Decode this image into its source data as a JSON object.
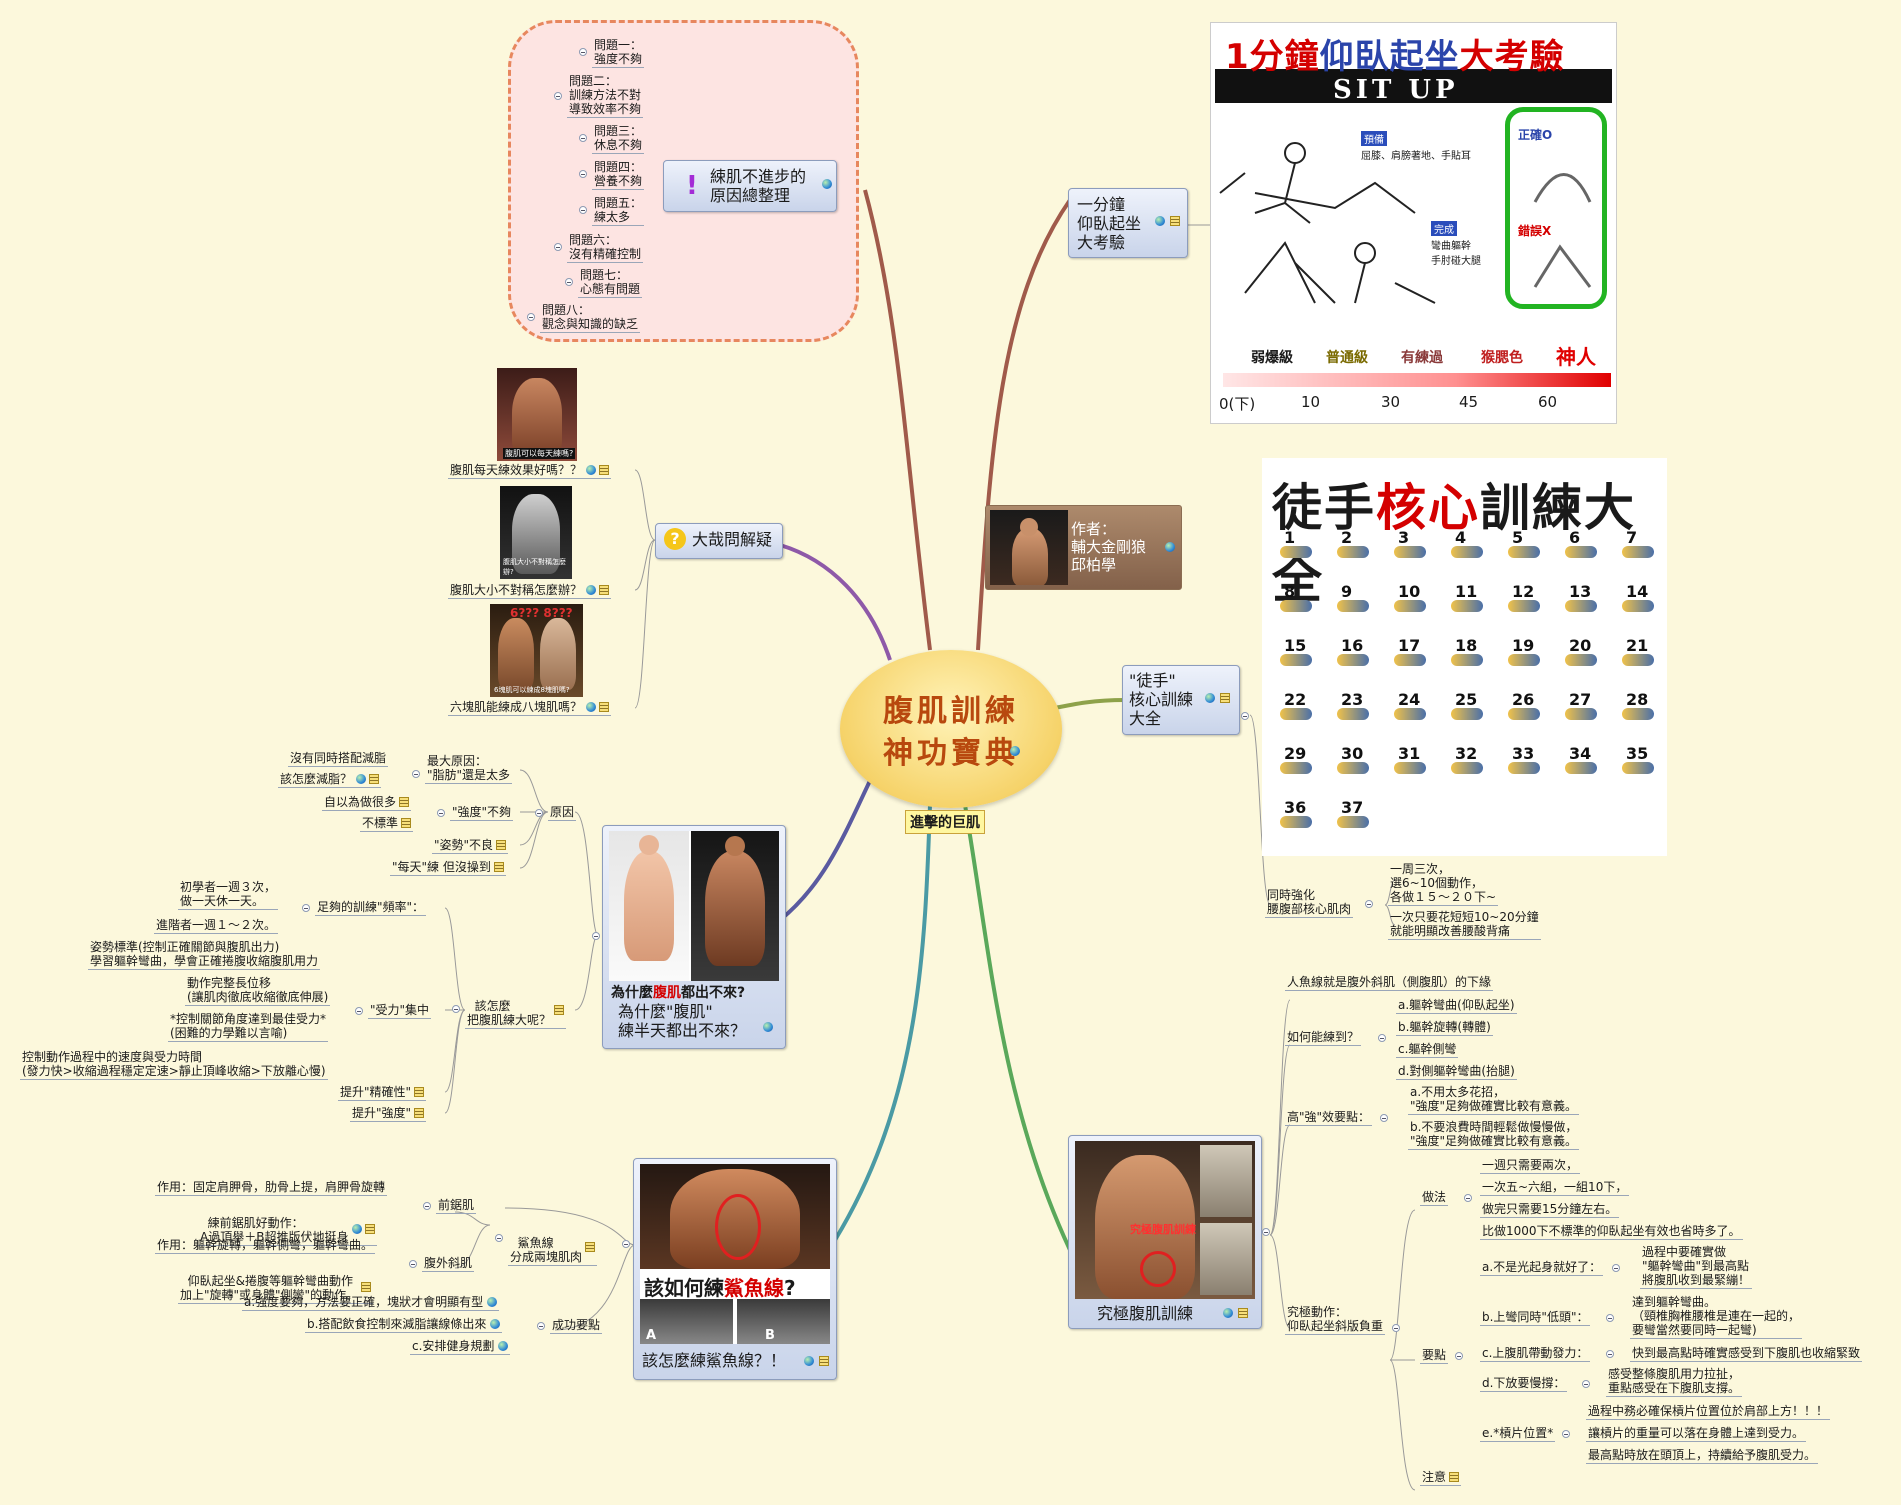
{
  "center": {
    "title_line1": "腹肌訓練",
    "title_line2": "神功寶典",
    "badge": "進擊的巨肌"
  },
  "author": {
    "label": "作者：\n輔大金剛狼\n邱柏學"
  },
  "problems": {
    "title": "綀肌不進步的\n原因總整理",
    "items": [
      "問題一：\n強度不夠",
      "問題二：\n訓練方法不對\n導致效率不夠",
      "問題三：\n休息不夠",
      "問題四：\n營養不夠",
      "問題五：\n練太多",
      "問題六：\n沒有精確控制",
      "問題七：\n心態有問題",
      "問題八：\n觀念與知識的缺乏"
    ]
  },
  "faq": {
    "title": "大哉問解疑",
    "items": [
      "腹肌每天練效果好嗎？？",
      "腹肌大小不對稱怎麼辦？",
      "六塊肌能練成八塊肌嗎？"
    ],
    "img_texts": [
      "腹肌可以每天練嗎?",
      "腹肌大小不對稱怎麼辦?",
      "6塊肌可以練成8塊肌嗎?"
    ]
  },
  "why": {
    "title": "為什麼\"腹肌\"\n練半天都出不來？",
    "img_caption_a": "為什麼",
    "img_caption_b": "腹肌",
    "img_caption_c": "都出不來?",
    "reason": "原因",
    "reason_items": {
      "r1": "最大原因：\n\"脂肪\"還是太多",
      "r1a": "沒有同時搭配減脂",
      "r1b": "該怎麼減脂？",
      "r2": "\"強度\"不夠",
      "r2a": "自以為做很多",
      "r2b": "不標準",
      "r3": "\"姿勢\"不良",
      "r4": "\"每天\"練 但沒操到"
    },
    "how": "該怎麼\n把腹肌練大呢？",
    "how_items": {
      "f": "足夠的訓練\"頻率\"：",
      "f1": "初學者一週３次，\n做一天休一天。",
      "f2": "進階者一週１～２次。",
      "s": "\"受力\"集中",
      "s1": "姿勢標準(控制正確關節與腹肌出力)\n學習軀幹彎曲，學會正確捲腹收縮腹肌用力",
      "s2": "動作完整長位移\n(讓肌肉徹底收縮徹底伸展)",
      "s3": "*控制關節角度達到最佳受力*\n(困難的力學難以言喻)",
      "s4": "控制動作過程中的速度與受力時間\n(發力快>收縮過程穩定定速>靜止頂峰收縮>下放離心慢)",
      "p": "提升\"精確性\"",
      "q": "提升\"強度\""
    }
  },
  "shark": {
    "title": "該怎麼練鯊魚線？！",
    "img_caption_a": "該如何練",
    "img_caption_b": "鯊魚線",
    "img_caption_c": "?",
    "img_ab": [
      "A",
      "B"
    ],
    "split": "鯊魚線\n分成兩塊肌肉",
    "front": "前鋸肌",
    "front1": "作用：固定肩胛骨，肋骨上提，肩胛骨旋轉",
    "front2": "練前鋸肌好動作：\nA過頂舉＋B超推版伏地挺身",
    "oblique": "腹外斜肌",
    "obl1": "作用：軀幹旋轉，軀幹側彎，軀幹彎曲。",
    "obl2": "仰臥起坐&捲腹等軀幹彎曲動作\n加上\"旋轉\"或身體\"側彎\"的動作。",
    "success": "成功要點",
    "s_items": [
      "a.強度要夠，方法要正確，塊狀才會明顯有型",
      "b.搭配飲食控制來減脂讓線條出來",
      "c.安排健身規劃"
    ]
  },
  "situp": {
    "title": "一分鐘\n仰臥起坐\n大考驗",
    "img_title_a": "1分鐘",
    "img_title_b": "仰臥起坐",
    "img_title_c": "大考驗",
    "img_sub": "SIT UP",
    "prep_tag": "預備",
    "prep_text": "屈膝、肩膀著地、手貼耳",
    "done_tag": "完成",
    "done_text": "彎曲軀幹\n手肘碰大腿",
    "right": "正確O",
    "wrong": "錯誤X",
    "levels": [
      "弱爆級",
      "普通級",
      "有練過",
      "猴腮色",
      "神人"
    ],
    "ticks": [
      "0(下)",
      "10",
      "30",
      "45",
      "60"
    ]
  },
  "core": {
    "title": "\"徒手\"\n核心訓練\n大全",
    "img_title_a": "徒手",
    "img_title_b": "核心",
    "img_title_c": "訓練大全",
    "numbers": [
      "1",
      "2",
      "3",
      "4",
      "5",
      "6",
      "7",
      "8",
      "9",
      "10",
      "11",
      "12",
      "13",
      "14",
      "15",
      "16",
      "17",
      "18",
      "19",
      "20",
      "21",
      "22",
      "23",
      "24",
      "25",
      "26",
      "27",
      "28",
      "29",
      "30",
      "31",
      "32",
      "33",
      "34",
      "35",
      "36",
      "37"
    ],
    "strengthen": "同時強化\n腰腹部核心肌肉",
    "s1": "一周三次，\n選6~10個動作，\n各做１５～２０下~",
    "s2": "一次只要花短短10~20分鐘\n就能明顯改善腰酸背痛"
  },
  "ultimate": {
    "title": "究極腹肌訓練",
    "img_text": "究極腹肌訓練",
    "mermaid": "人魚線就是腹外斜肌（側腹肌）的下緣",
    "how": "如何能練到？",
    "how_items": [
      "a.軀幹彎曲(仰臥起坐)",
      "b.軀幹旋轉(轉體)",
      "c.軀幹側彎",
      "d.對側軀幹彎曲(抬腿)"
    ],
    "high": "高\"強\"效要點：",
    "high_items": [
      "a.不用太多花招，\n\"強度\"足夠做確實比較有意義。",
      "b.不要浪費時間輕鬆做慢慢做，\n\"強度\"足夠做確實比較有意義。"
    ],
    "move": "究極動作：\n仰臥起坐斜版負重",
    "method": "做法",
    "method_items": [
      "一週只需要兩次，",
      "一次五~六組，一組10下，",
      "做完只需要15分鐘左右。",
      "比做1000下不標準的仰臥起坐有效也省時多了。"
    ],
    "keys": "要點",
    "key_a": "a.不是光起身就好了：",
    "key_a1": "過程中要確實做\n\"軀幹彎曲\"到最高點\n將腹肌收到最緊繃！",
    "key_b": "b.上彎同時\"低頭\"：",
    "key_b1": "達到軀幹彎曲。\n（頸椎胸椎腰椎是連在一起的，\n要彎當然要同時一起彎)",
    "key_c": "c.上腹肌帶動發力：",
    "key_c1": "快到最高點時確實感受到下腹肌也收縮緊致",
    "key_d": "d.下放要慢撐：",
    "key_d1": "感受整條腹肌用力拉扯，\n重點感受在下腹肌支撐。",
    "key_e": "e.*槓片位置*",
    "key_e1": "過程中務必確保槓片位置位於肩部上方！！！",
    "key_e2": "讓槓片的重量可以落在身體上達到受力。",
    "key_e3": "最高點時放在頭頂上，持續給予腹肌受力。",
    "note": "注意"
  },
  "colors": {
    "bg": "#fcf8dc",
    "red": "#d40000",
    "topic_border": "#8c9cbc",
    "green_frame": "#22b422"
  }
}
